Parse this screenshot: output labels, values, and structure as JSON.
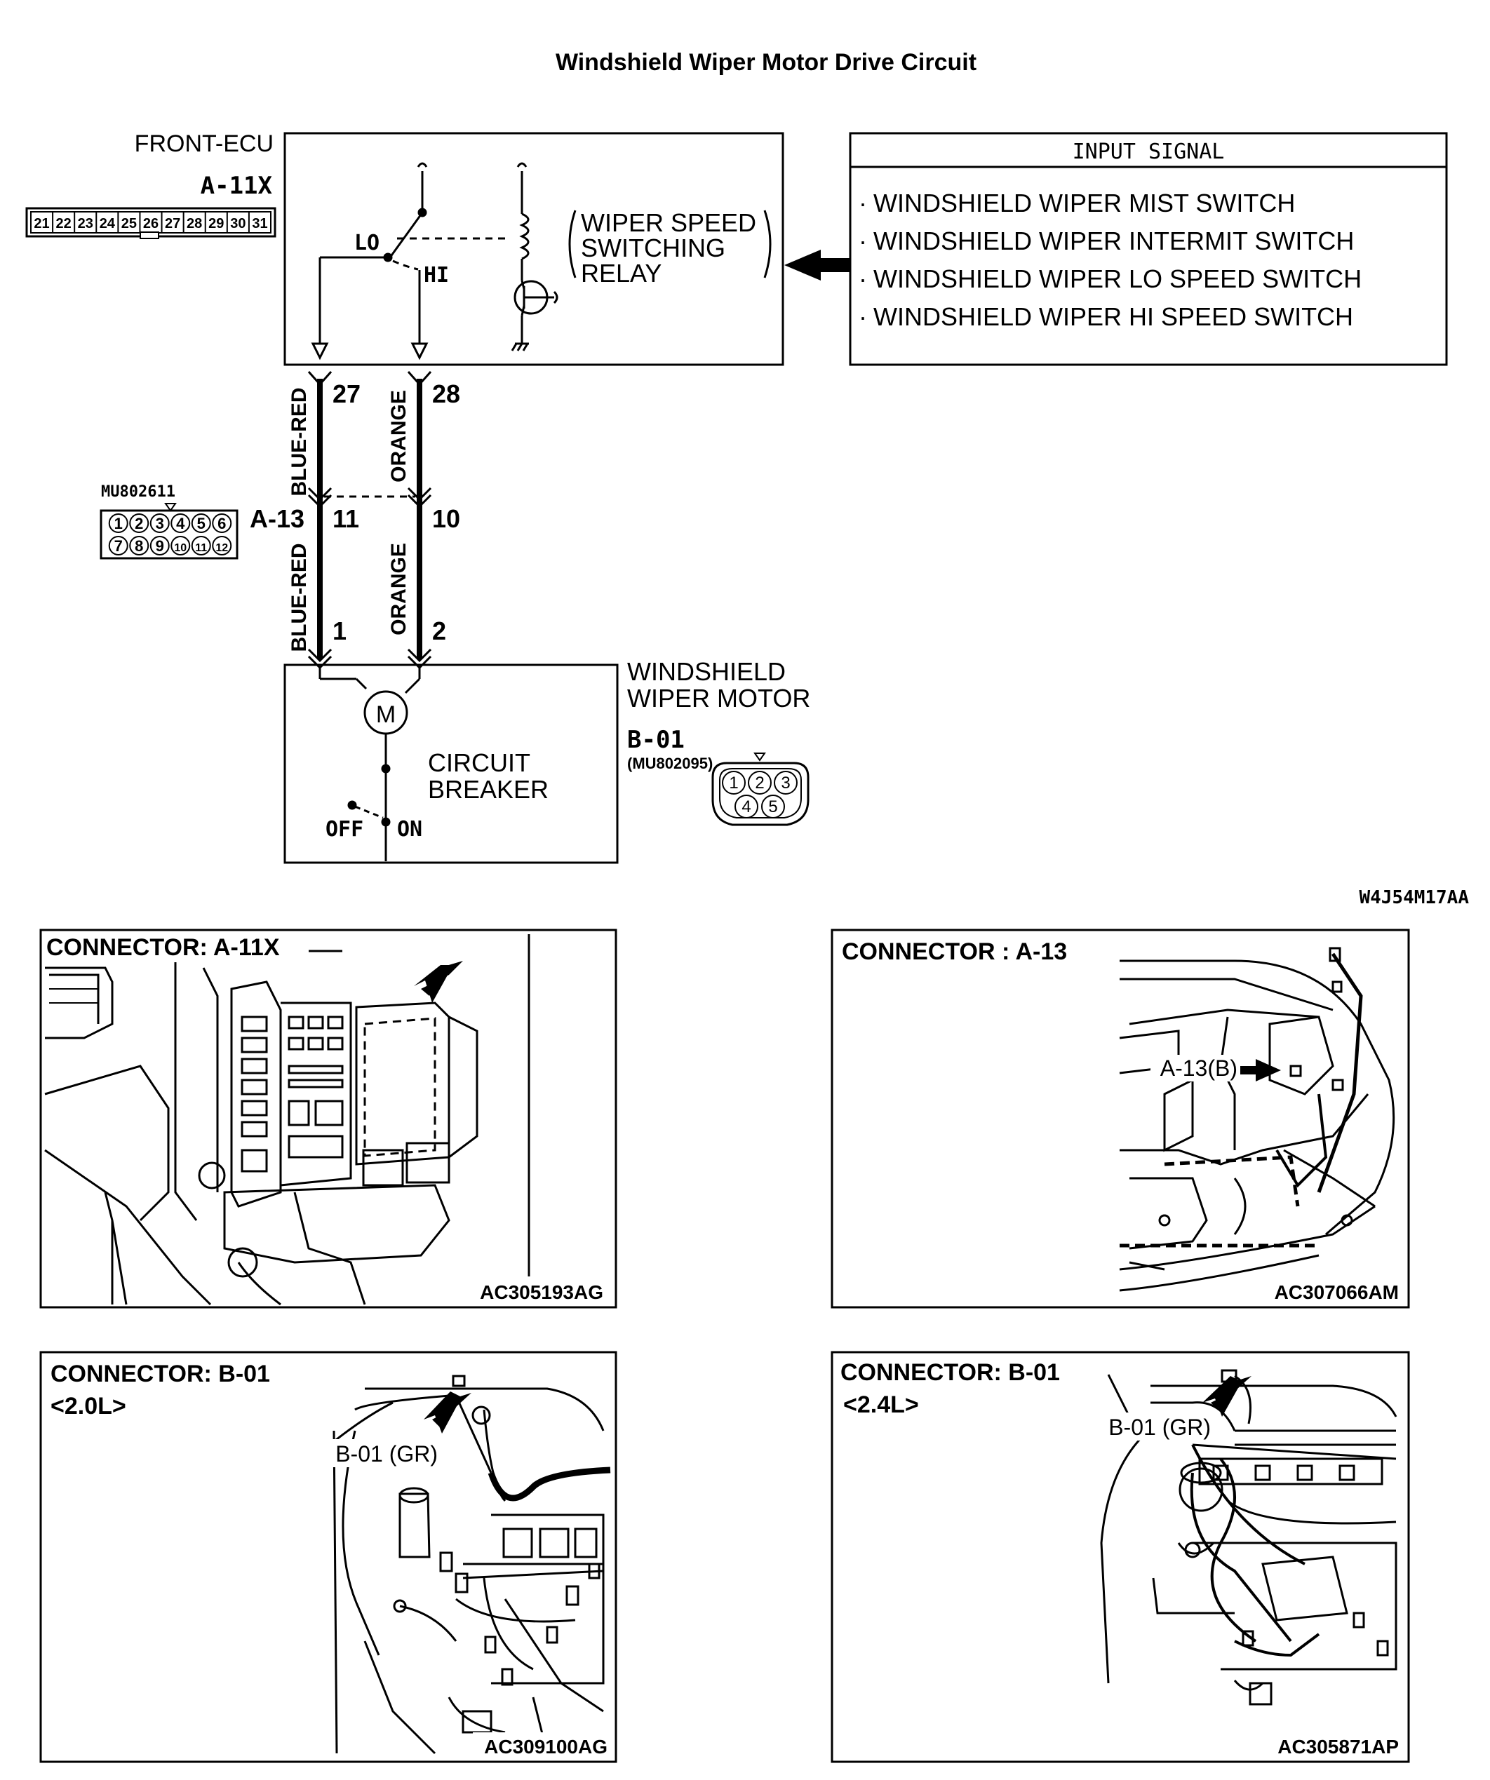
{
  "title": "Windshield Wiper Motor Drive Circuit",
  "ecu": {
    "label": "FRONT-ECU",
    "connector": "A-11X",
    "pins": [
      "21",
      "22",
      "23",
      "24",
      "25",
      "26",
      "27",
      "28",
      "29",
      "30",
      "31"
    ],
    "relay_label_lo": "LO",
    "relay_label_hi": "HI",
    "relay_name": [
      "WIPER SPEED",
      "SWITCHING",
      "RELAY"
    ]
  },
  "input_signal": {
    "header": "INPUT SIGNAL",
    "items": [
      "WINDSHIELD WIPER MIST SWITCH",
      "WINDSHIELD WIPER INTERMIT SWITCH",
      "WINDSHIELD WIPER LO SPEED SWITCH",
      "WINDSHIELD WIPER HI SPEED SWITCH"
    ]
  },
  "wires": {
    "left_pin_top": "27",
    "right_pin_top": "28",
    "left_color": "BLUE-RED",
    "right_color": "ORANGE",
    "left_pin_mid": "11",
    "right_pin_mid": "10",
    "left_pin_bottom": "1",
    "right_pin_bottom": "2"
  },
  "junction": {
    "part_number": "MU802611",
    "connector": "A-13",
    "pins_row1": [
      "1",
      "2",
      "3",
      "4",
      "5",
      "6"
    ],
    "pins_row2": [
      "7",
      "8",
      "9",
      "10",
      "11",
      "12"
    ]
  },
  "motor": {
    "name": [
      "WINDSHIELD",
      "WIPER MOTOR"
    ],
    "connector": "B-01",
    "part_number": "(MU802095)",
    "breaker": [
      "CIRCUIT",
      "BREAKER"
    ],
    "off_label": "OFF",
    "on_label": "ON",
    "symbol": "M",
    "pins": [
      "1",
      "2",
      "3",
      "4",
      "5"
    ]
  },
  "figure_code": "W4J54M17AA",
  "panels": {
    "a11x": {
      "title": "CONNECTOR: A-11X",
      "code": "AC305193AG"
    },
    "a13": {
      "title": "CONNECTOR : A-13",
      "callout": "A-13(B)",
      "code": "AC307066AM"
    },
    "b01_20": {
      "title": "CONNECTOR: B-01",
      "subtitle": "<2.0L>",
      "callout": "B-01 (GR)",
      "code": "AC309100AG"
    },
    "b01_24": {
      "title": "CONNECTOR: B-01",
      "subtitle": "<2.4L>",
      "callout": "B-01 (GR)",
      "code": "AC305871AP"
    }
  }
}
